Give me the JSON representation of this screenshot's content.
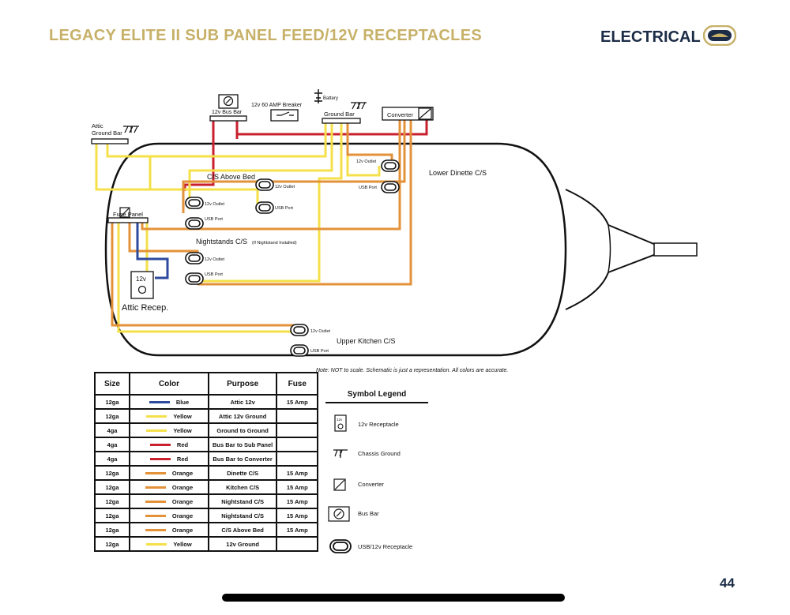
{
  "header": {
    "title": "LEGACY ELITE II SUB PANEL FEED/12V RECEPTACLES",
    "section": "ELECTRICAL",
    "logo_icon": "airstream-logo-icon"
  },
  "diagram": {
    "labels": {
      "attic_ground_bar_1": "Attic",
      "attic_ground_bar_2": "Ground Bar",
      "bus_bar": "12v Bus Bar",
      "breaker": "12v 60 AMP Breaker",
      "battery": "Battery",
      "ground_bar": "Ground Bar",
      "converter": "Converter",
      "cs_above_bed": "C/S Above Bed",
      "lower_dinette": "Lower Dinette C/S",
      "fuse_panel": "Fuse Panel",
      "nightstands": "Nightstands C/S",
      "nightstands_note": "(If Nightstand Installed)",
      "upper_kitchen": "Upper Kitchen C/S",
      "attic_recep": "Attic Recep.",
      "attic_12v": "12v",
      "outlet_12v": "12v Outlet",
      "usb_port": "USB Port",
      "outlet_12v_b": "12v Outlet",
      "usb_port_b": "USB Port"
    },
    "note": "Note: NOT to scale. Schematic is just a representation. All colors are accurate.",
    "wire_colors": {
      "blue": "#2e4a9e",
      "yellow": "#f5e04a",
      "red": "#c8202f",
      "orange": "#e3923a"
    }
  },
  "wire_table": {
    "headers": [
      "Size",
      "Color",
      "Purpose",
      "Fuse"
    ],
    "rows": [
      {
        "size": "12ga",
        "color": "Blue",
        "swatch": "#2e4a9e",
        "purpose": "Attic 12v",
        "fuse": "15 Amp"
      },
      {
        "size": "12ga",
        "color": "Yellow",
        "swatch": "#f5e04a",
        "purpose": "Attic 12v Ground",
        "fuse": ""
      },
      {
        "size": "4ga",
        "color": "Yellow",
        "swatch": "#f5e04a",
        "purpose": "Ground to Ground",
        "fuse": ""
      },
      {
        "size": "4ga",
        "color": "Red",
        "swatch": "#c8202f",
        "purpose": "Bus Bar to Sub Panel",
        "fuse": ""
      },
      {
        "size": "4ga",
        "color": "Red",
        "swatch": "#c8202f",
        "purpose": "Bus Bar to Converter",
        "fuse": ""
      },
      {
        "size": "12ga",
        "color": "Orange",
        "swatch": "#e3923a",
        "purpose": "Dinette C/S",
        "fuse": "15 Amp"
      },
      {
        "size": "12ga",
        "color": "Orange",
        "swatch": "#e3923a",
        "purpose": "Kitchen C/S",
        "fuse": "15 Amp"
      },
      {
        "size": "12ga",
        "color": "Orange",
        "swatch": "#e3923a",
        "purpose": "Nightstand C/S",
        "fuse": "15 Amp"
      },
      {
        "size": "12ga",
        "color": "Orange",
        "swatch": "#e3923a",
        "purpose": "Nightstand C/S",
        "fuse": "15 Amp"
      },
      {
        "size": "12ga",
        "color": "Orange",
        "swatch": "#e3923a",
        "purpose": "C/S Above Bed",
        "fuse": "15 Amp"
      },
      {
        "size": "12ga",
        "color": "Yellow",
        "swatch": "#f5e04a",
        "purpose": "12v Ground",
        "fuse": ""
      }
    ]
  },
  "legend": {
    "title": "Symbol Legend",
    "items": [
      {
        "icon": "12v-receptacle-icon",
        "label": "12v Receptacle",
        "icon_text": "12v"
      },
      {
        "icon": "chassis-ground-icon",
        "label": "Chassis Ground"
      },
      {
        "icon": "converter-icon",
        "label": "Converter"
      },
      {
        "icon": "bus-bar-icon",
        "label": "Bus Bar"
      },
      {
        "icon": "usb-receptacle-icon",
        "label": "USB/12v Receptacle"
      }
    ]
  },
  "page_number": "44"
}
